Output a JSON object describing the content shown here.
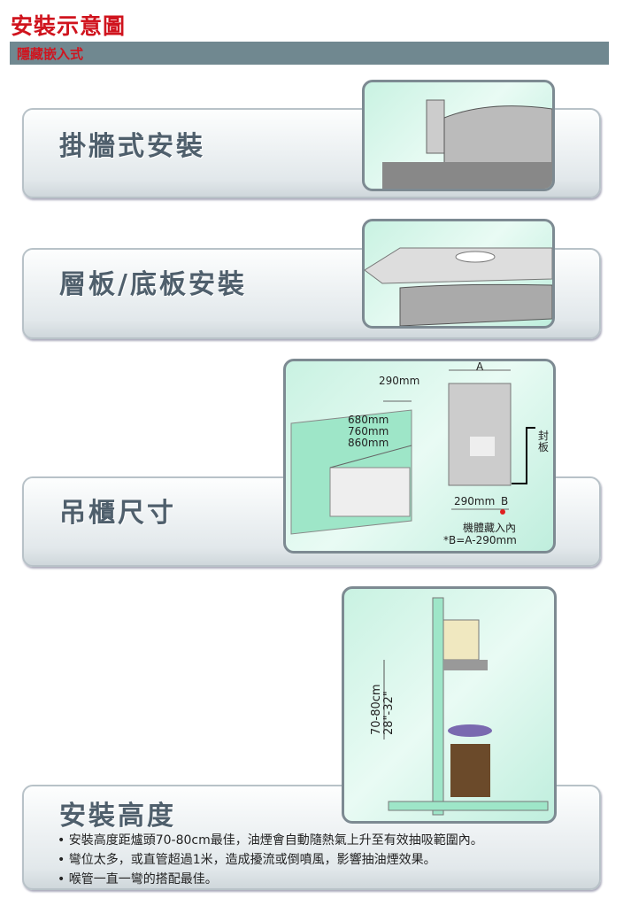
{
  "title": "安裝示意圖",
  "subtitle": "隱藏嵌入式",
  "sections": [
    {
      "heading": "掛牆式安裝"
    },
    {
      "heading": "層板/底板安裝"
    },
    {
      "heading": "吊櫃尺寸",
      "dims": {
        "depth": "290mm",
        "widths": [
          "680mm",
          "760mm",
          "860mm"
        ],
        "a": "A",
        "inner": "290mm",
        "b": "B",
        "seal": "封板",
        "note1": "機體藏入內",
        "note2": "*B=A-290mm"
      }
    },
    {
      "heading": "安裝高度",
      "height_cm": "70-80cm",
      "height_in": "28\"-32\"",
      "bullets": [
        "安裝高度距爐頭70-80cm最佳，油煙會自動隨熱氣上升至有效抽吸範圍內。",
        "彎位太多，或直管超過1米，造成擾流或倒噴風，影響抽油煙效果。",
        "喉管一直一彎的搭配最佳。"
      ]
    }
  ]
}
